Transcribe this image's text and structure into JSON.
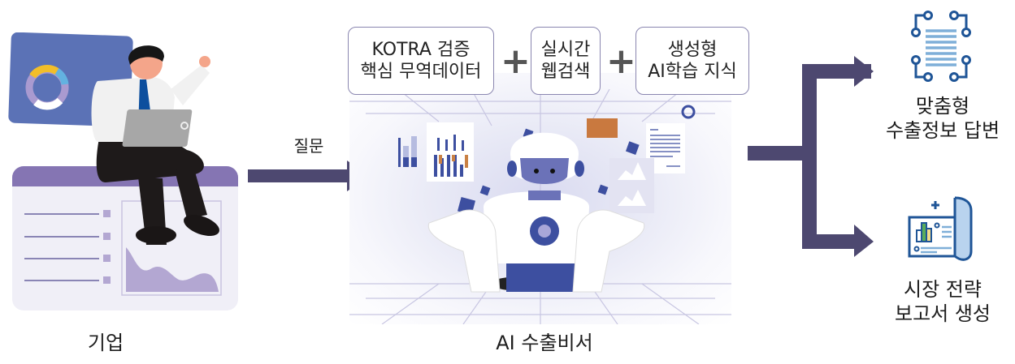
{
  "left": {
    "label": "기업",
    "figure": "businessman-with-laptop",
    "colors": {
      "panel_top": "#5b72b6",
      "dashboard_header": "#8575b3",
      "dashboard_body": "#f0eff7",
      "chart_fill": "#b3a7d2"
    }
  },
  "input_arrow": {
    "label": "질문",
    "color": "#4d4870"
  },
  "sources": [
    {
      "line1": "KOTRA 검증",
      "line2": "핵심 무역데이터"
    },
    {
      "line1": "실시간",
      "line2": "웹검색"
    },
    {
      "line1": "생성형",
      "line2": "AI학습 지식"
    }
  ],
  "plus_symbol": "+",
  "center": {
    "label": "AI 수출비서",
    "figure": "robot-assistant",
    "colors": {
      "robot_blue": "#3d4fa0",
      "face": "#6b72b8"
    }
  },
  "outputs": [
    {
      "icon": "document-circuit-icon",
      "line1": "맞춤형",
      "line2": "수출정보 답변"
    },
    {
      "icon": "report-chart-icon",
      "line1": "시장 전략",
      "line2": "보고서 생성"
    }
  ],
  "branch_arrow_color": "#4d4870"
}
